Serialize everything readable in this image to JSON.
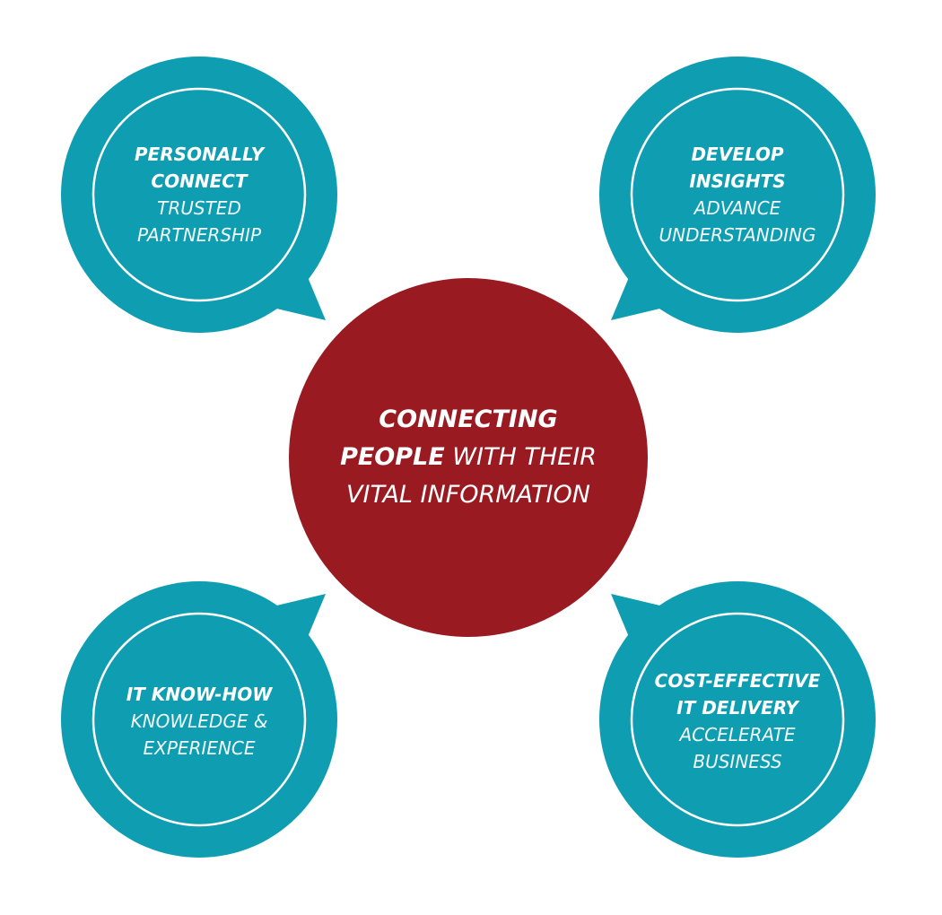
{
  "colors": {
    "teal": "#0E9DB1",
    "red": "#9A1A22",
    "ring": "#ffffff"
  },
  "center": {
    "bold_1": "CONNECTING",
    "bold_2": "PEOPLE",
    "light_1": "WITH THEIR",
    "light_2": "VITAL INFORMATION"
  },
  "bubbles": [
    {
      "bold": [
        "PERSONALLY",
        "CONNECT"
      ],
      "light": [
        "TRUSTED",
        "PARTNERSHIP"
      ]
    },
    {
      "bold": [
        "DEVELOP",
        "INSIGHTS"
      ],
      "light": [
        "ADVANCE",
        "UNDERSTANDING"
      ]
    },
    {
      "bold": [
        "IT KNOW-HOW"
      ],
      "light": [
        "KNOWLEDGE &",
        "EXPERIENCE"
      ]
    },
    {
      "bold": [
        "COST-EFFECTIVE",
        "IT DELIVERY"
      ],
      "light": [
        "ACCELERATE",
        "BUSINESS"
      ]
    }
  ]
}
